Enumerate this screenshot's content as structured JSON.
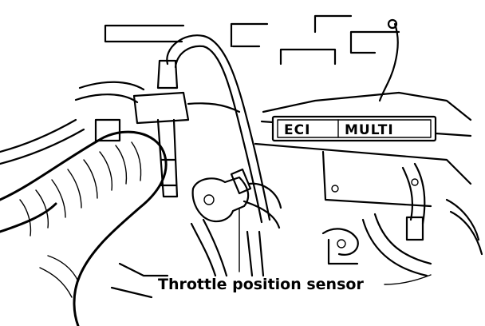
{
  "engine_badge": {
    "left": "ECI",
    "right": "MULTI"
  },
  "callout": {
    "label": "Throttle position sensor"
  }
}
